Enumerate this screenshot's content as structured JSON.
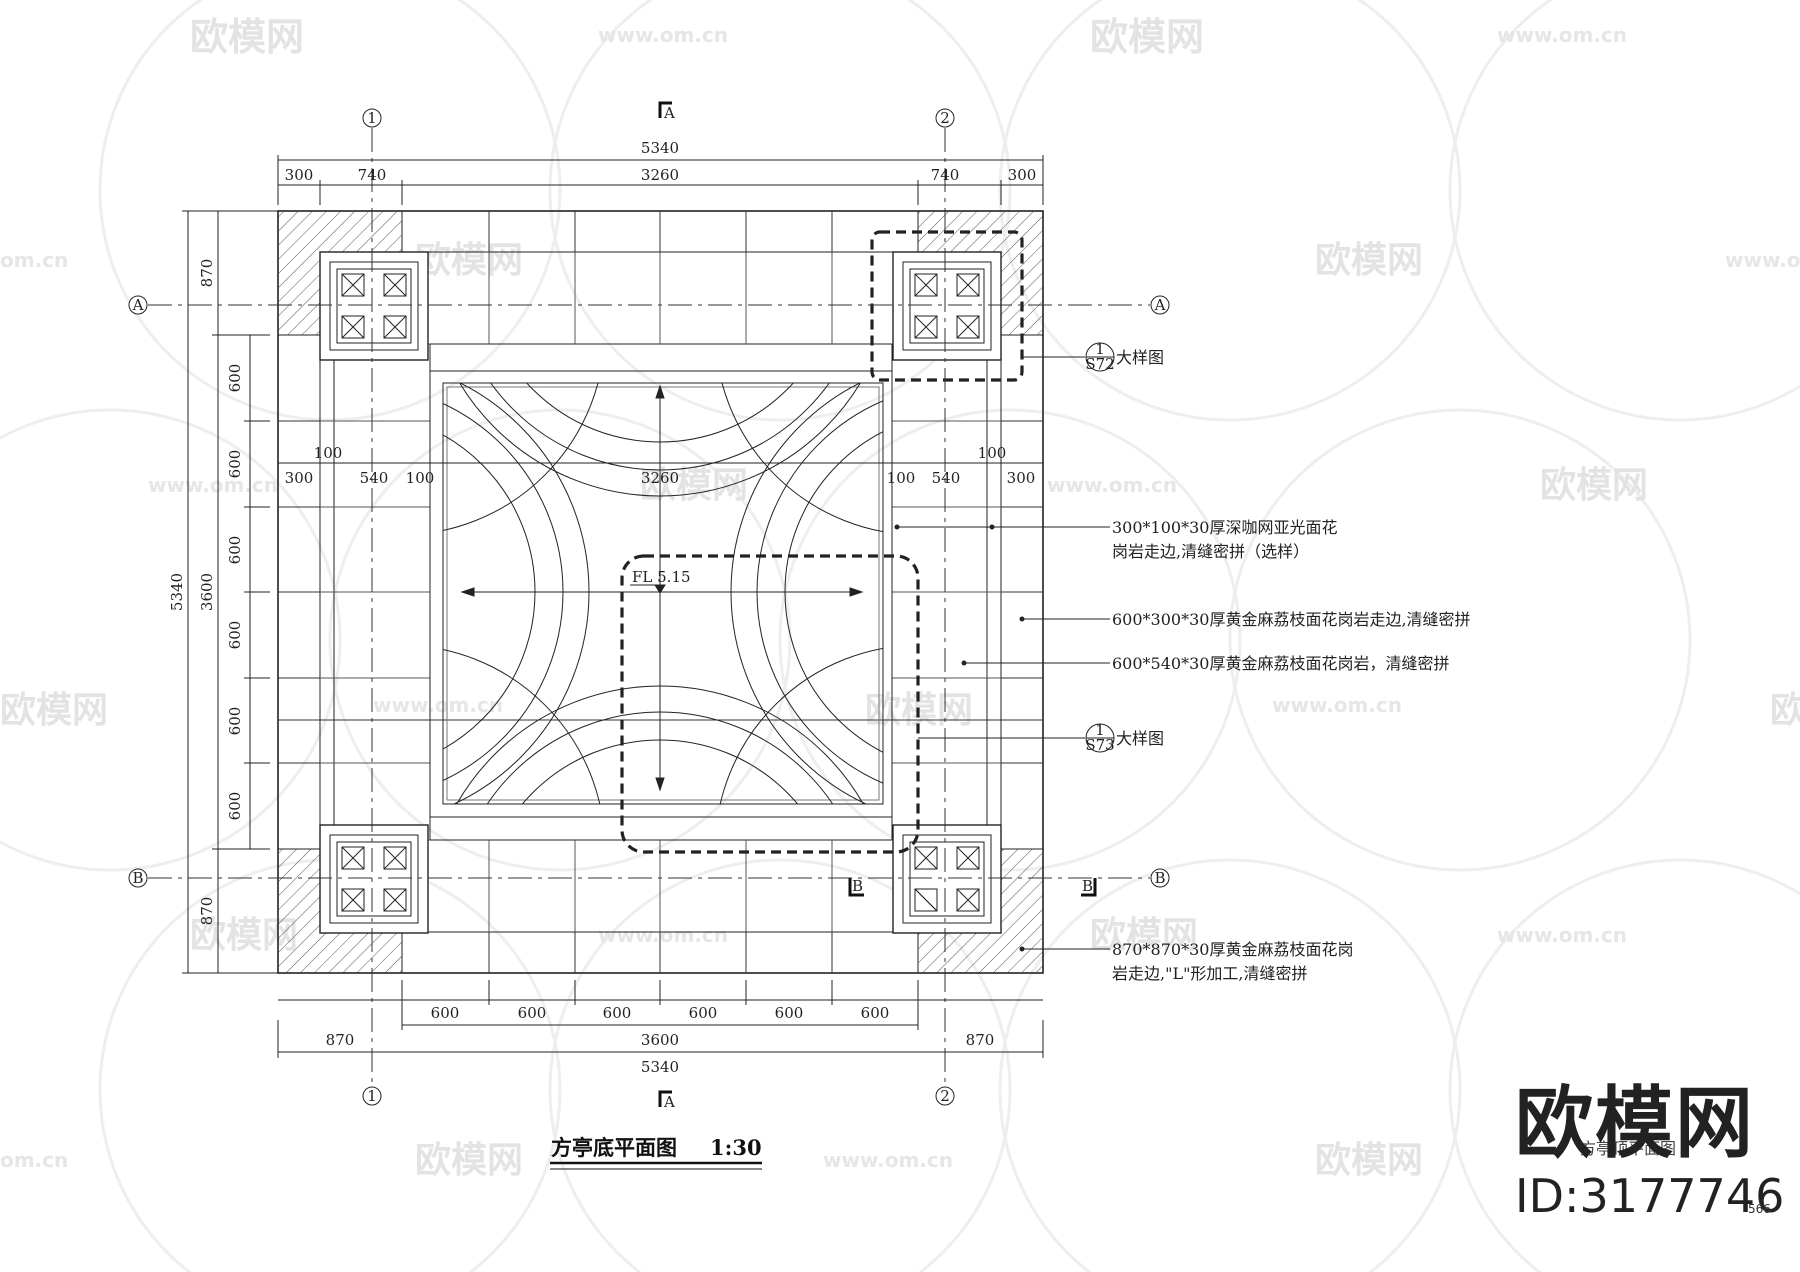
{
  "drawing": {
    "title": "方亭底平面图",
    "scale": "1:30",
    "floor_level": "FL 5.15",
    "section_a": "A",
    "section_b": "B"
  },
  "axes": {
    "grid_1": "1",
    "grid_2": "2",
    "grid_A": "A",
    "grid_B": "B"
  },
  "dimensions": {
    "top_total": "5340",
    "top_segments": [
      "300",
      "740",
      "3260",
      "740",
      "300"
    ],
    "inner_segments": [
      "300",
      "540",
      "100",
      "3260",
      "100",
      "540",
      "300"
    ],
    "inner_hundreds": [
      "100",
      "100"
    ],
    "bottom_600": [
      "600",
      "600",
      "600",
      "600",
      "600",
      "600"
    ],
    "bottom_mid": [
      "870",
      "3600",
      "870"
    ],
    "bottom_total": "5340",
    "left_total": "5340",
    "left_mid": [
      "870",
      "3600",
      "870"
    ],
    "left_600": [
      "600",
      "600",
      "600",
      "600",
      "600",
      "600"
    ]
  },
  "callouts": {
    "detail_1_label": "大样图",
    "detail_1_num": "1",
    "detail_1_sheet": "S72",
    "detail_2_label": "大样图",
    "detail_2_num": "1",
    "detail_2_sheet": "S73"
  },
  "notes": {
    "note_1_line1": "300*100*30厚深咖网亚光面花",
    "note_1_line2": "岗岩走边,清缝密拼（选样）",
    "note_2": "600*300*30厚黄金麻荔枝面花岗岩走边,清缝密拼",
    "note_3": "600*540*30厚黄金麻荔枝面花岗岩，清缝密拼",
    "note_4_line1": "870*870*30厚黄金麻荔枝面花岗",
    "note_4_line2": "岩走边,\"L\"形加工,清缝密拼"
  },
  "watermark": {
    "logo": "欧模网",
    "url": "www.om.cn",
    "url_short": "om.cn",
    "brand": "欧模网",
    "id": "ID:3177746",
    "page": "566",
    "ghost_title": "方亭顶平面图"
  }
}
